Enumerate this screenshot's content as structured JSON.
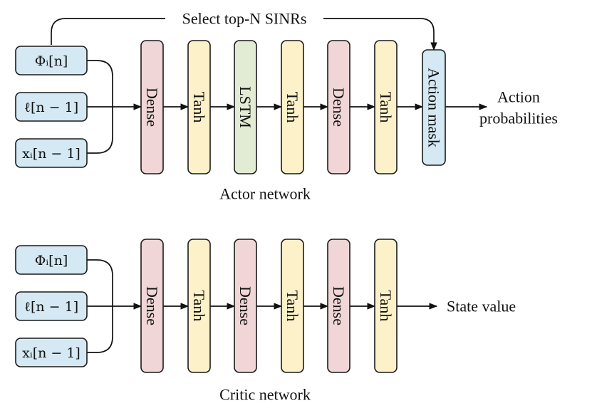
{
  "colors": {
    "dense": "#f0d6d6",
    "tanh": "#fdf1c9",
    "lstm": "#e2ecd5",
    "input": "#d5e9f4",
    "mask": "#d5e9f4",
    "stroke": "#1a1a1a"
  },
  "actor": {
    "inputs": [
      {
        "id": "phi",
        "label": "Φᵢ[n]"
      },
      {
        "id": "ell",
        "label": "ℓ[n − 1]"
      },
      {
        "id": "x",
        "label": "xᵢ[n − 1]"
      }
    ],
    "layers": [
      {
        "type": "dense",
        "label": "Dense"
      },
      {
        "type": "tanh",
        "label": "Tanh"
      },
      {
        "type": "lstm",
        "label": "LSTM"
      },
      {
        "type": "tanh",
        "label": "Tanh"
      },
      {
        "type": "dense",
        "label": "Dense"
      },
      {
        "type": "tanh",
        "label": "Tanh"
      }
    ],
    "mask_label": "Action mask",
    "skip_label": "Select top-N SINRs",
    "output_lines": [
      "Action",
      "probabilities"
    ],
    "caption": "Actor network"
  },
  "critic": {
    "inputs": [
      {
        "id": "phi",
        "label": "Φᵢ[n]"
      },
      {
        "id": "ell",
        "label": "ℓ[n − 1]"
      },
      {
        "id": "x",
        "label": "xᵢ[n − 1]"
      }
    ],
    "layers": [
      {
        "type": "dense",
        "label": "Dense"
      },
      {
        "type": "tanh",
        "label": "Tanh"
      },
      {
        "type": "dense",
        "label": "Dense"
      },
      {
        "type": "tanh",
        "label": "Tanh"
      },
      {
        "type": "dense",
        "label": "Dense"
      },
      {
        "type": "tanh",
        "label": "Tanh"
      }
    ],
    "output_label": "State value",
    "caption": "Critic network"
  }
}
